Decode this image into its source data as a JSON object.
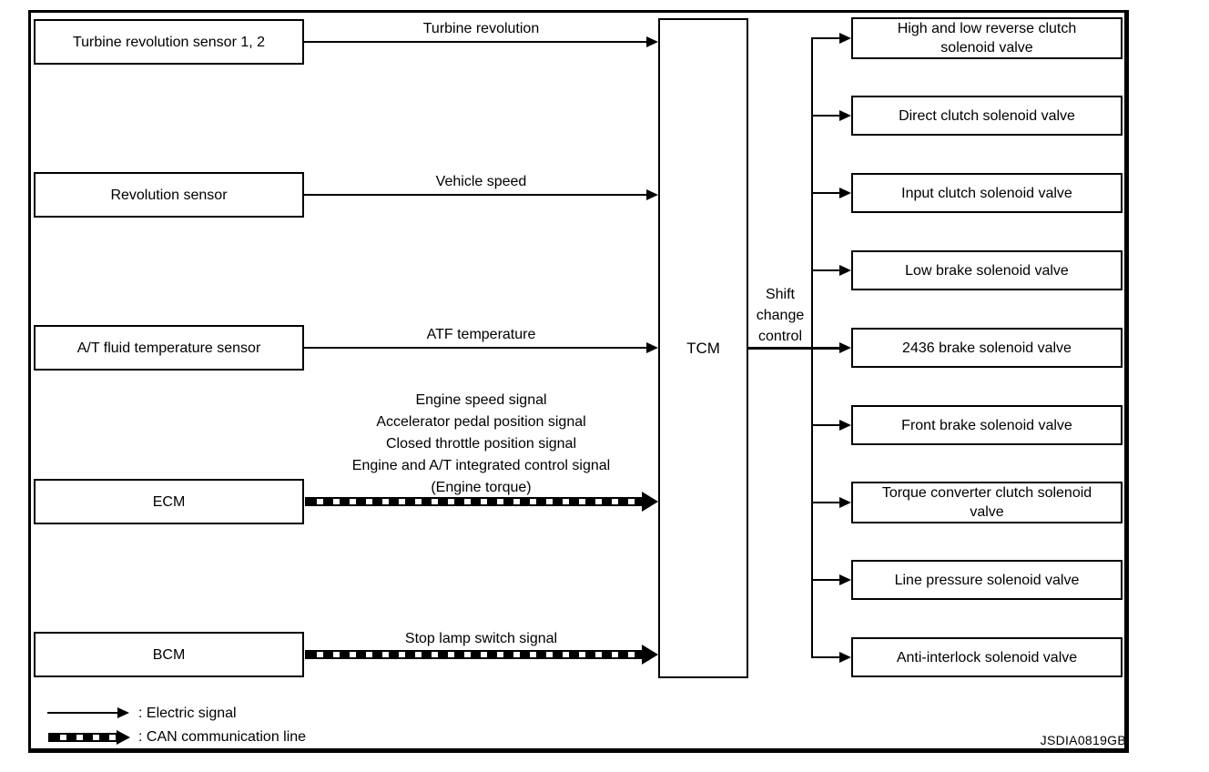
{
  "diagram": {
    "tcm_label": "TCM",
    "shift_label_lines": [
      "Shift",
      "change",
      "control"
    ],
    "watermark": "JSDIA0819GB",
    "colors": {
      "ink": "#000000",
      "background": "#ffffff"
    },
    "inputs": [
      {
        "box": "Turbine revolution sensor 1, 2",
        "signal": "Turbine revolution",
        "type": "electric"
      },
      {
        "box": "Revolution sensor",
        "signal": "Vehicle speed",
        "type": "electric"
      },
      {
        "box": "A/T fluid temperature sensor",
        "signal": "ATF temperature",
        "type": "electric"
      },
      {
        "box": "ECM",
        "type": "can",
        "signal_lines": [
          "Engine speed signal",
          "Accelerator pedal position signal",
          "Closed throttle position signal",
          "Engine and A/T integrated control signal",
          "(Engine torque)"
        ]
      },
      {
        "box": "BCM",
        "signal": "Stop lamp switch signal",
        "type": "can"
      }
    ],
    "tcm_output_label_lines_note": "",
    "outputs": [
      {
        "label": "High and low reverse clutch solenoid valve"
      },
      {
        "label": "Direct clutch solenoid valve"
      },
      {
        "label": "Input clutch solenoid valve"
      },
      {
        "label": "Low brake solenoid valve"
      },
      {
        "label": "2436 brake solenoid valve"
      },
      {
        "label": "Front brake solenoid valve"
      },
      {
        "label": "Torque converter clutch solenoid valve"
      },
      {
        "label": "Line pressure solenoid valve"
      },
      {
        "label": "Anti-interlock solenoid valve"
      }
    ],
    "legend": [
      {
        "symbol": "electric-arrow",
        "label": ": Electric signal"
      },
      {
        "symbol": "can-arrow",
        "label": ": CAN communication line"
      }
    ]
  }
}
